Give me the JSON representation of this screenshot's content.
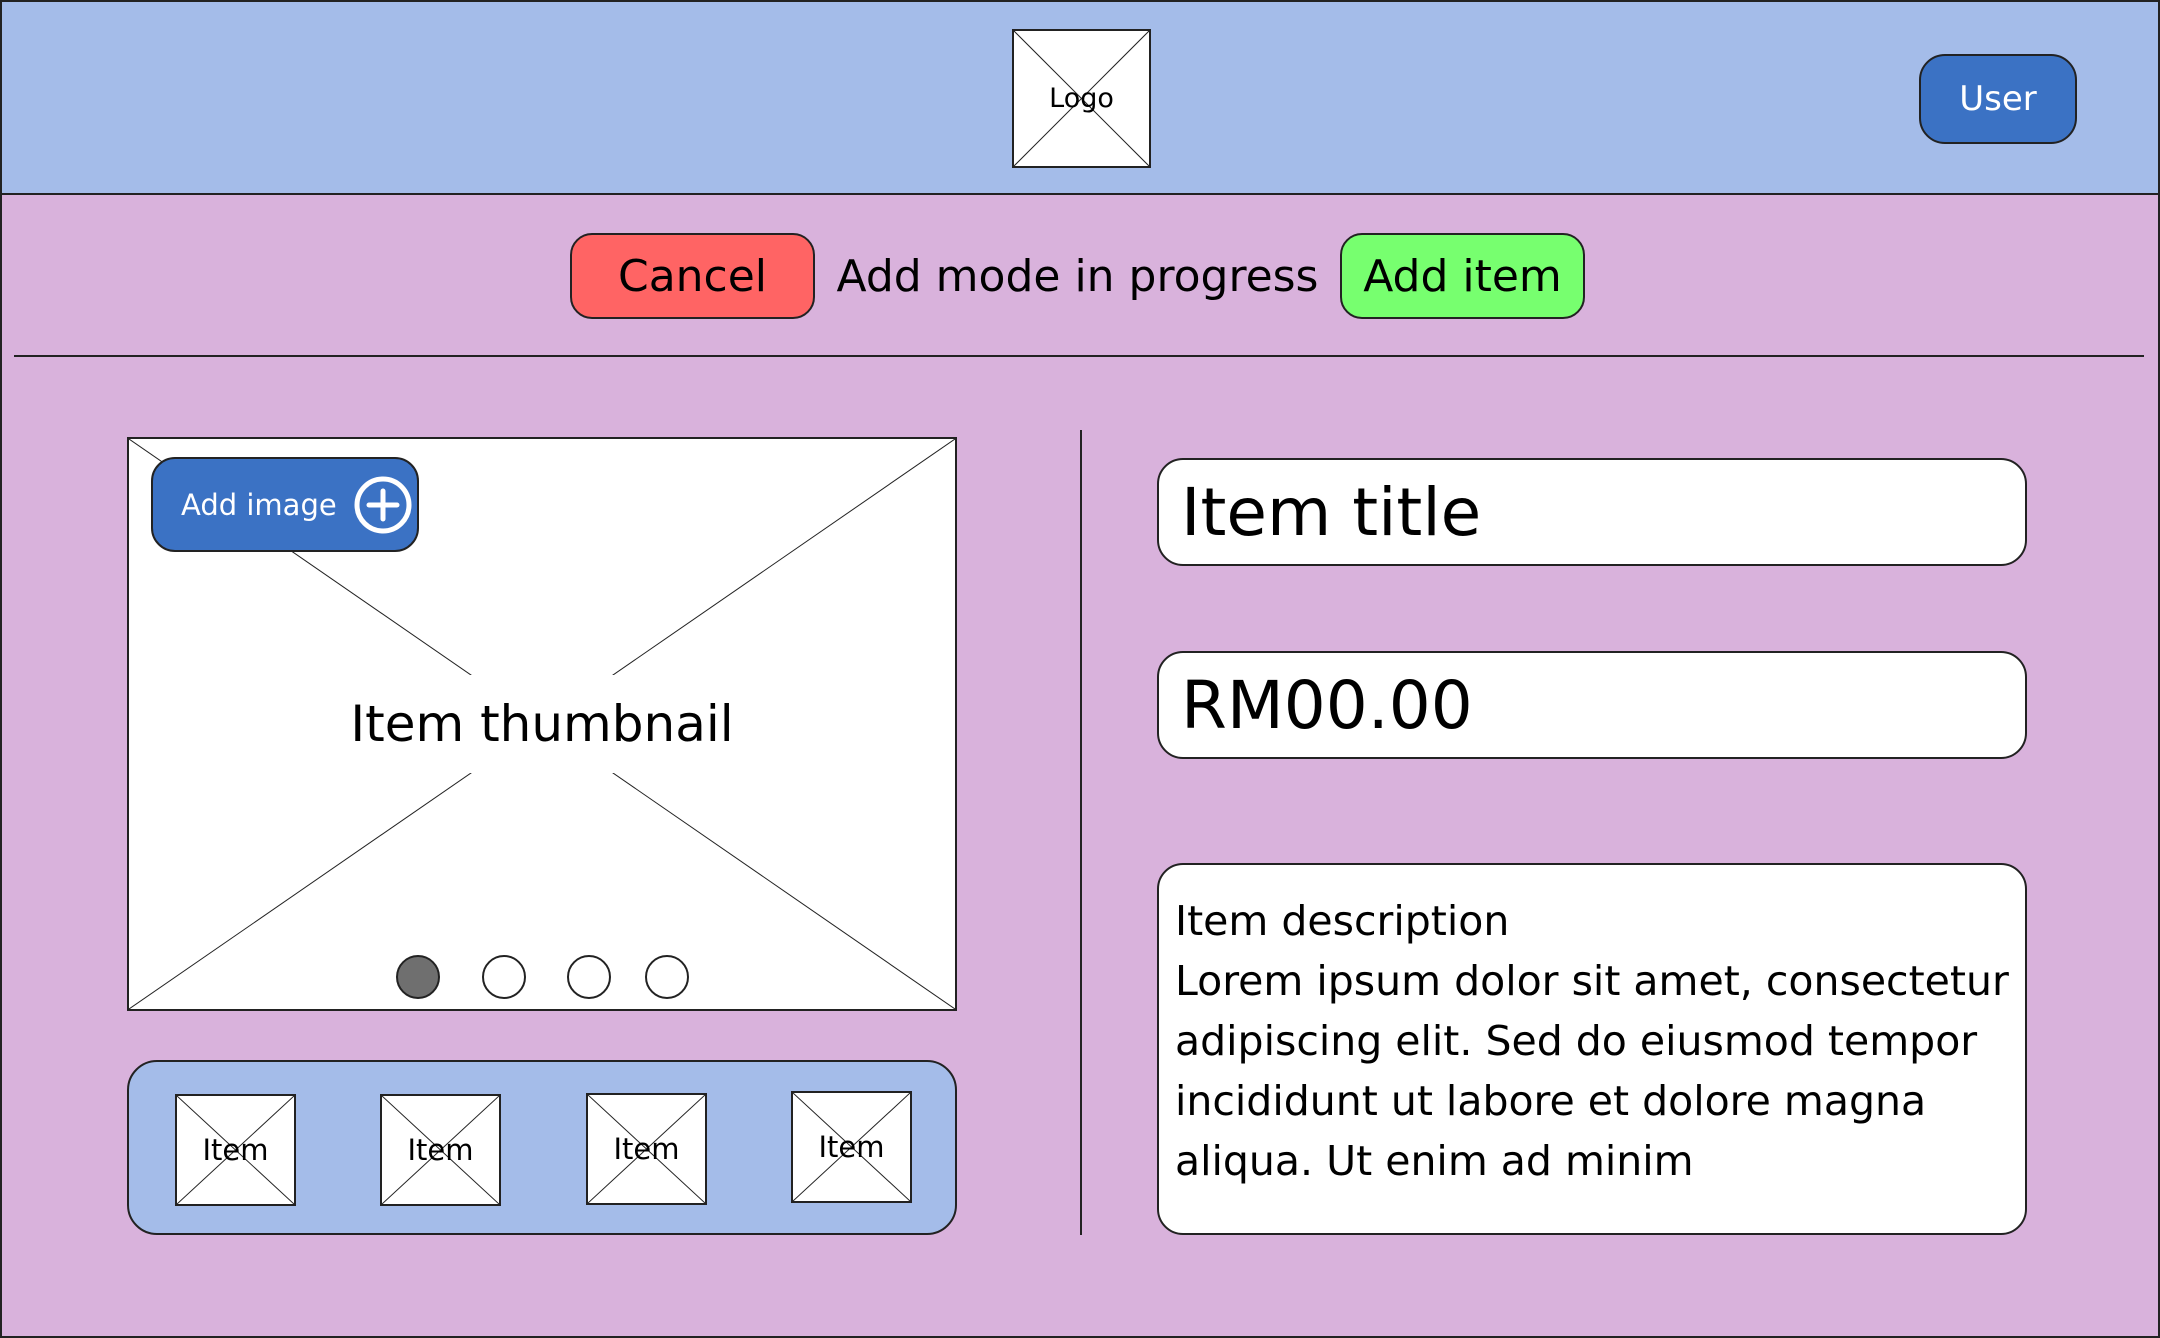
{
  "header": {
    "logo_label": "Logo",
    "user_label": "User"
  },
  "toolbar": {
    "cancel_label": "Cancel",
    "mode_text": "Add mode in progress",
    "add_item_label": "Add item"
  },
  "gallery": {
    "thumbnail_label": "Item thumbnail",
    "add_image_label": "Add image",
    "active_image_index": 0,
    "image_count": 4,
    "thumbnails": [
      "Item",
      "Item",
      "Item",
      "Item"
    ]
  },
  "form": {
    "title_placeholder": "Item title",
    "price_placeholder": "RM00.00",
    "description_heading": "Item description",
    "description_lines": [
      "Lorem ipsum dolor sit amet, consectetur",
      "adipiscing elit. Sed do eiusmod tempor",
      "incididunt ut labore et dolore magna",
      "aliqua. Ut enim ad minim"
    ]
  },
  "colors": {
    "header_bg": "#a4bce9",
    "page_bg": "#d9b2dc",
    "primary": "#3b72c4",
    "cancel": "#ff6464",
    "confirm": "#77ff6f"
  }
}
